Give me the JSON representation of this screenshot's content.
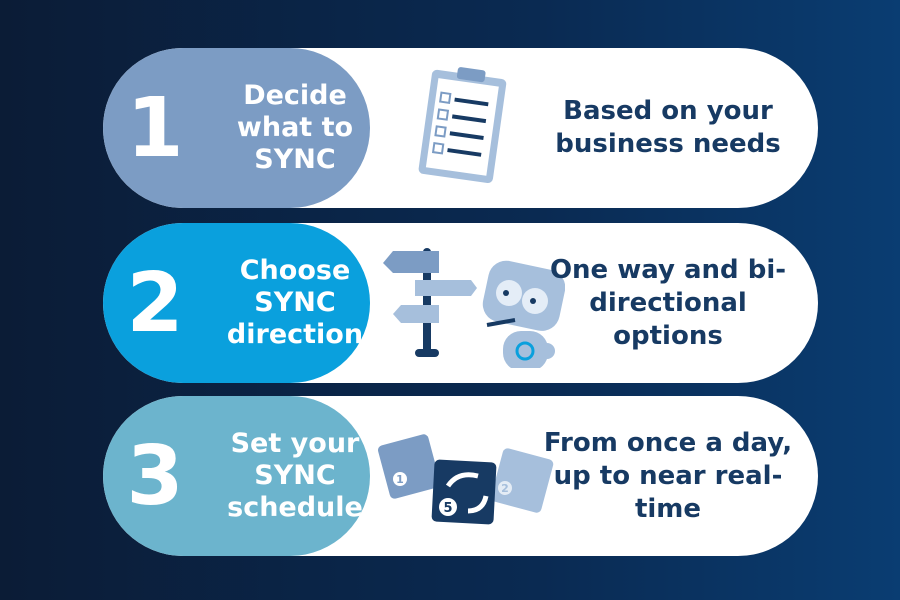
{
  "steps": [
    {
      "number": "1",
      "title": "Decide what to SYNC",
      "description": "Based on your business needs",
      "color": "#7c9cc4",
      "icon": "clipboard-checklist-icon"
    },
    {
      "number": "2",
      "title": "Choose SYNC direction",
      "description": "One way and bi-directional options",
      "color": "#0aa0dd",
      "icon": "signpost-robot-icon"
    },
    {
      "number": "3",
      "title": "Set your SYNC schedule",
      "description": "From once a day, up to near real-time",
      "color": "#6cb4cd",
      "icon": "sync-schedule-cards-icon"
    }
  ],
  "schedule_badges": [
    "1",
    "5",
    "2"
  ]
}
